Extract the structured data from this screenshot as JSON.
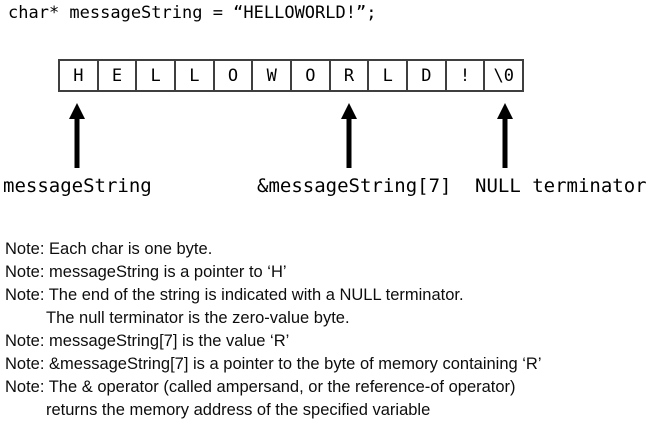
{
  "code_line": "char* messageString = “HELLOWORLD!”;",
  "memory_cells": [
    "H",
    "E",
    "L",
    "L",
    "O",
    "W",
    "O",
    "R",
    "L",
    "D",
    "!",
    "\\0"
  ],
  "pointers": [
    {
      "label": "messageString",
      "cell_index": 0
    },
    {
      "label": "&messageString[7]",
      "cell_index": 7
    },
    {
      "label": "NULL terminator",
      "cell_index": 11
    }
  ],
  "notes": [
    {
      "text": "Note: Each char is one byte.",
      "indent": false
    },
    {
      "text": "Note: messageString is a pointer to ‘H’",
      "indent": false
    },
    {
      "text": "Note: The end of the string is indicated with a NULL terminator.",
      "indent": false
    },
    {
      "text": "The null terminator is the zero-value byte.",
      "indent": true
    },
    {
      "text": "Note: messageString[7] is the value ‘R’",
      "indent": false
    },
    {
      "text": "Note: &messageString[7] is a pointer to the byte of memory containing ‘R’",
      "indent": false
    },
    {
      "text": "Note: The & operator (called ampersand, or the reference-of operator)",
      "indent": false
    },
    {
      "text": "returns the memory address of the specified variable",
      "indent": true
    }
  ],
  "colors": {
    "background": "#ffffff",
    "text": "#000000",
    "box_border": "#3f3f3f",
    "arrow": "#000000"
  }
}
